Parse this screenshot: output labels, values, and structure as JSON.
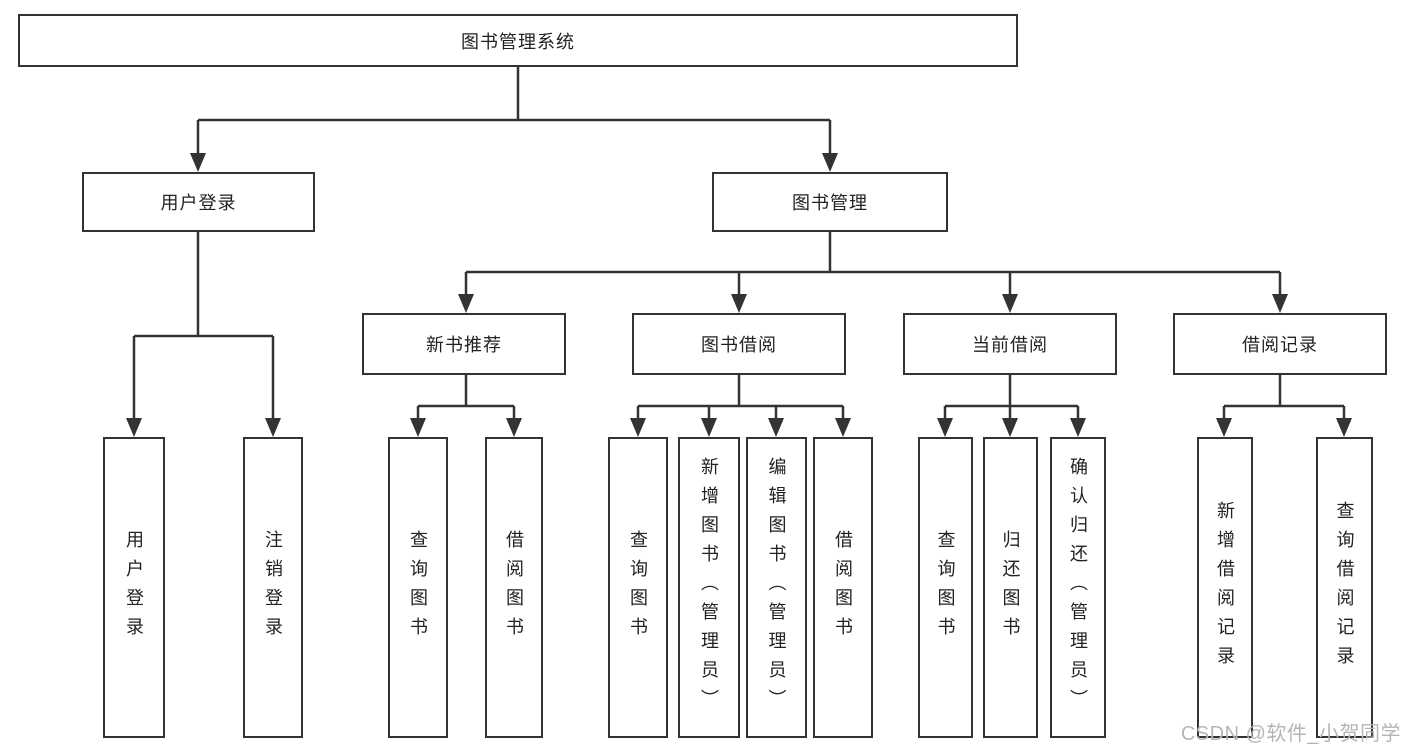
{
  "diagram": {
    "title": "图书管理系统",
    "watermark": "CSDN @软件_小贺同学",
    "colors": {
      "line": "#333333",
      "box_border": "#333333",
      "text": "#222222",
      "watermark": "#b5b5b5",
      "background": "#ffffff"
    },
    "level2": {
      "user_login": "用户登录",
      "book_mgmt": "图书管理"
    },
    "level3": {
      "new_book_rec": "新书推荐",
      "book_borrow": "图书借阅",
      "current_borrow": "当前借阅",
      "borrow_record": "借阅记录"
    },
    "leaves": [
      {
        "label": "用户登录",
        "parent": "用户登录"
      },
      {
        "label": "注销登录",
        "parent": "用户登录"
      },
      {
        "label": "查询图书",
        "parent": "新书推荐"
      },
      {
        "label": "借阅图书",
        "parent": "新书推荐"
      },
      {
        "label": "查询图书",
        "parent": "图书借阅"
      },
      {
        "label": "新增图书（管理员）",
        "parent": "图书借阅"
      },
      {
        "label": "编辑图书（管理员）",
        "parent": "图书借阅"
      },
      {
        "label": "借阅图书",
        "parent": "图书借阅"
      },
      {
        "label": "查询图书",
        "parent": "当前借阅"
      },
      {
        "label": "归还图书",
        "parent": "当前借阅"
      },
      {
        "label": "确认归还（管理员）",
        "parent": "当前借阅"
      },
      {
        "label": "新增借阅记录",
        "parent": "借阅记录"
      },
      {
        "label": "查询借阅记录",
        "parent": "借阅记录"
      }
    ]
  }
}
